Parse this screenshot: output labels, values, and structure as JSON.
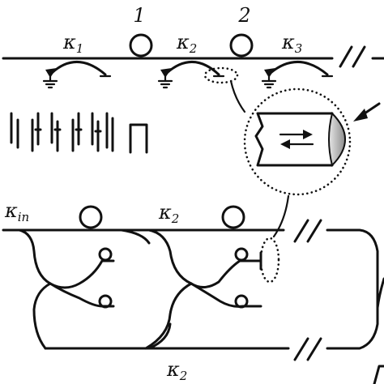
{
  "top_chain": {
    "resonator_labels": [
      "1",
      "2"
    ],
    "coupling_labels": [
      {
        "symbol": "κ",
        "index": "1"
      },
      {
        "symbol": "κ",
        "index": "2"
      },
      {
        "symbol": "κ",
        "index": "3"
      }
    ]
  },
  "bottom_chain": {
    "input_coupling": {
      "symbol": "κ",
      "index": "in"
    },
    "middle_coupling": {
      "symbol": "κ",
      "index": "2"
    },
    "lower_coupling": {
      "symbol": "κ",
      "index": "2"
    }
  },
  "colors": {
    "ink": "#111111",
    "mirror_shading": "#9a9a9a",
    "background": "#ffffff"
  }
}
